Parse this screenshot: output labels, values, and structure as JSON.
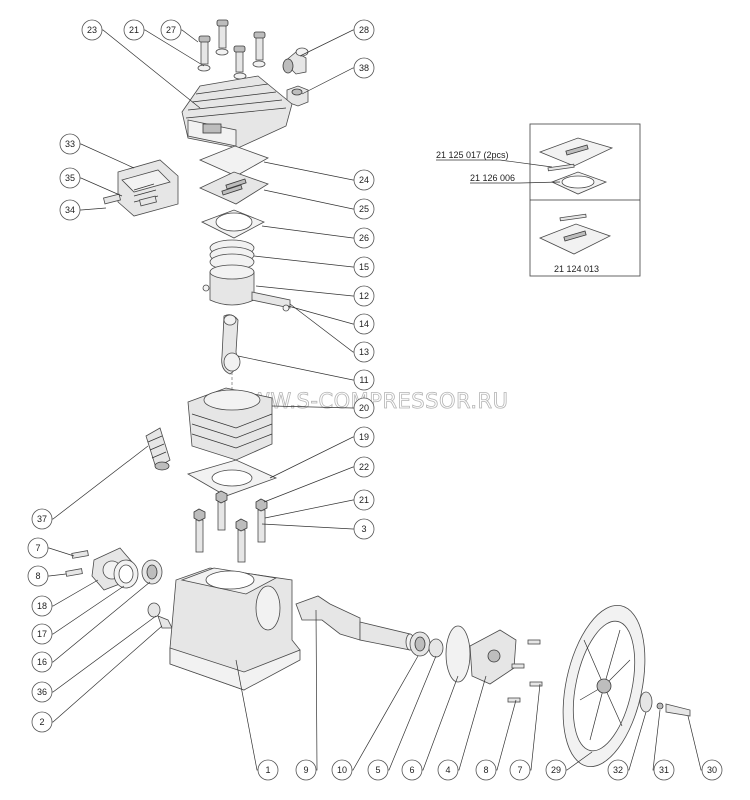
{
  "watermark": "WWW.S-COMPRESSOR.RU",
  "kit": {
    "codes": [
      "21 125 017 (2pcs)",
      "21 126 006",
      "21 124 013"
    ]
  },
  "callouts": [
    {
      "label": "23"
    },
    {
      "label": "21"
    },
    {
      "label": "27"
    },
    {
      "label": "28"
    },
    {
      "label": "38"
    },
    {
      "label": "33"
    },
    {
      "label": "35"
    },
    {
      "label": "34"
    },
    {
      "label": "24"
    },
    {
      "label": "25"
    },
    {
      "label": "26"
    },
    {
      "label": "15"
    },
    {
      "label": "12"
    },
    {
      "label": "14"
    },
    {
      "label": "13"
    },
    {
      "label": "11"
    },
    {
      "label": "20"
    },
    {
      "label": "19"
    },
    {
      "label": "22"
    },
    {
      "label": "21"
    },
    {
      "label": "3"
    },
    {
      "label": "37"
    },
    {
      "label": "7"
    },
    {
      "label": "8"
    },
    {
      "label": "18"
    },
    {
      "label": "17"
    },
    {
      "label": "16"
    },
    {
      "label": "36"
    },
    {
      "label": "2"
    },
    {
      "label": "1"
    },
    {
      "label": "9"
    },
    {
      "label": "10"
    },
    {
      "label": "5"
    },
    {
      "label": "6"
    },
    {
      "label": "4"
    },
    {
      "label": "8"
    },
    {
      "label": "7"
    },
    {
      "label": "29"
    },
    {
      "label": "32"
    },
    {
      "label": "31"
    },
    {
      "label": "30"
    }
  ]
}
